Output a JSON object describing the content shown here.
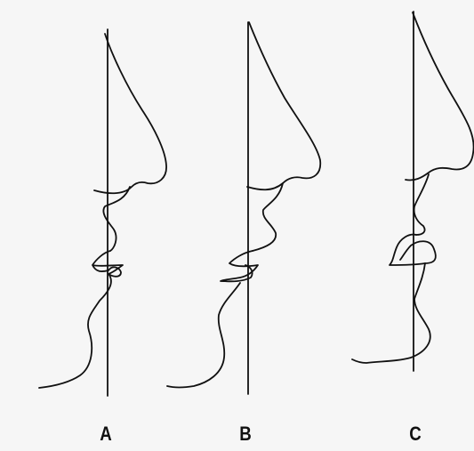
{
  "figure": {
    "profiles": [
      {
        "id": "a",
        "label": "A"
      },
      {
        "id": "b",
        "label": "B"
      },
      {
        "id": "c",
        "label": "C"
      }
    ]
  },
  "colors": {
    "stroke": "#111111",
    "background": "#f6f6f6"
  }
}
